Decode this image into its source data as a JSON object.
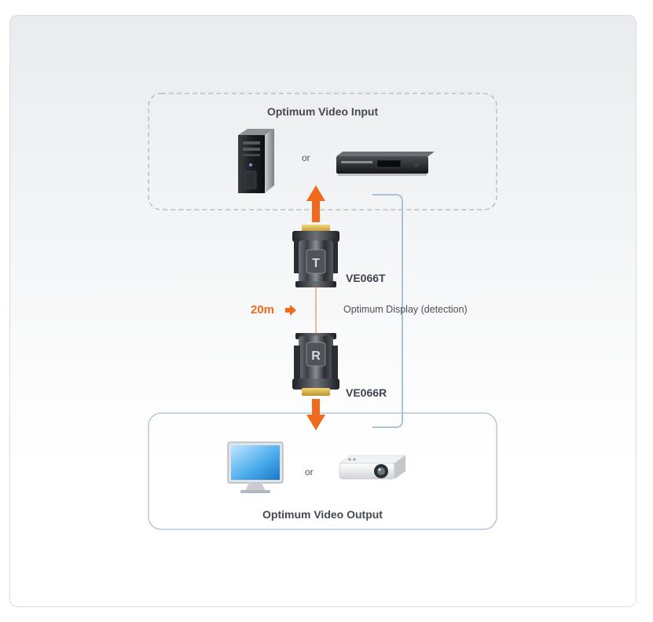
{
  "input_box": {
    "title": "Optimum Video Input",
    "or": "or"
  },
  "output_box": {
    "title": "Optimum Video Output",
    "or": "or"
  },
  "transmitter": {
    "label": "VE066T",
    "emblem_letter": "T"
  },
  "receiver": {
    "label": "VE066R",
    "emblem_letter": "R"
  },
  "distance": {
    "label": "20m"
  },
  "detection": {
    "label": "Optimum Display (detection)"
  },
  "icons": {
    "source_1": "desktop-tower-icon",
    "source_2": "media-player-icon",
    "output_1": "monitor-icon",
    "output_2": "projector-icon"
  },
  "colors": {
    "accent": "#f06a1e",
    "dashed_border": "#a8b4c0",
    "solid_border": "#a9bccc",
    "detect_line": "#a9c2d8"
  }
}
